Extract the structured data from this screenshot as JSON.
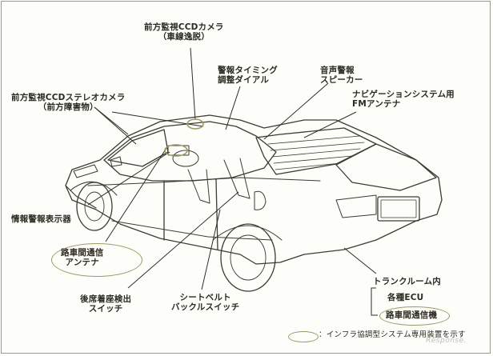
{
  "labels": {
    "front_ccd_camera": {
      "line1": "前方監視CCDカメラ",
      "line2": "（車線逸脱）"
    },
    "stereo_camera": {
      "line1": "前方監視CCDステレオカメラ",
      "line2": "（前方障害物）"
    },
    "alert_timing_dial": {
      "line1": "警報タイミング",
      "line2": "調整ダイアル"
    },
    "voice_alarm_speaker": {
      "line1": "音声警報",
      "line2": "スピーカー"
    },
    "nav_fm_antenna": {
      "line1": "ナビゲーションシステム用",
      "line2": "FMアンテナ"
    },
    "info_alarm_display": "情報警報表示器",
    "road_vehicle_antenna": {
      "line1": "路車間通信",
      "line2": "アンテナ"
    },
    "rear_seat_switch": {
      "line1": "後席着座検出",
      "line2": "スイッチ"
    },
    "seatbelt_buckle_switch": {
      "line1": "シートベルト",
      "line2": "バックルスイッチ"
    },
    "trunk_room": "トランクルーム内",
    "various_ecu": "各種ECU",
    "road_vehicle_comm_unit": "路車間通信機"
  },
  "legend": {
    "note": "：インフラ協調型システム専用装置を示す"
  },
  "watermark": "Response."
}
